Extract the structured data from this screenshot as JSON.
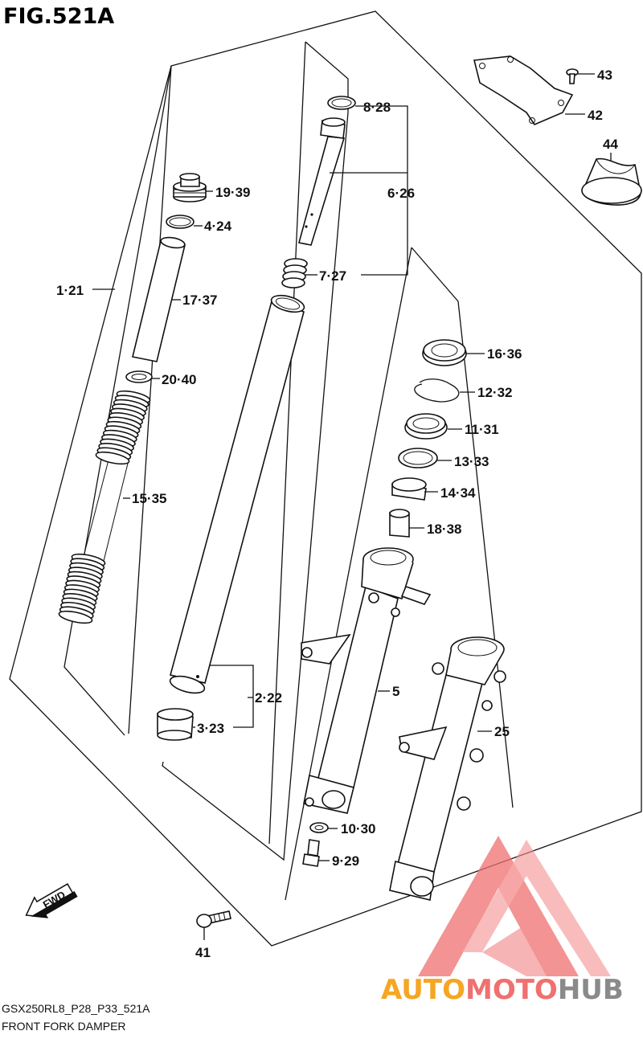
{
  "header": {
    "fig_title": "FIG.521A"
  },
  "footer": {
    "model_code": "GSX250RL8_P28_P33_521A",
    "caption": "FRONT FORK DAMPER"
  },
  "watermark": {
    "part1": "AUTO",
    "part2": "MOTO",
    "part3": "HUB",
    "color1": "#f5a623",
    "color2": "#f07070",
    "color3": "#8a8a8a"
  },
  "fwd_arrow": {
    "label": "FWD"
  },
  "callouts": {
    "c1": "1·21",
    "c2": "2·22",
    "c3": "3·23",
    "c4": "4·24",
    "c5": "5",
    "c6": "6·26",
    "c7": "7·27",
    "c8": "8·28",
    "c9": "9·29",
    "c10": "10·30",
    "c11": "11·31",
    "c12": "12·32",
    "c13": "13·33",
    "c14": "14·34",
    "c15": "15·35",
    "c16": "16·36",
    "c17": "17·37",
    "c18": "18·38",
    "c19": "19·39",
    "c20": "20·40",
    "c25": "25",
    "c41": "41",
    "c42": "42",
    "c43": "43",
    "c44": "44"
  }
}
